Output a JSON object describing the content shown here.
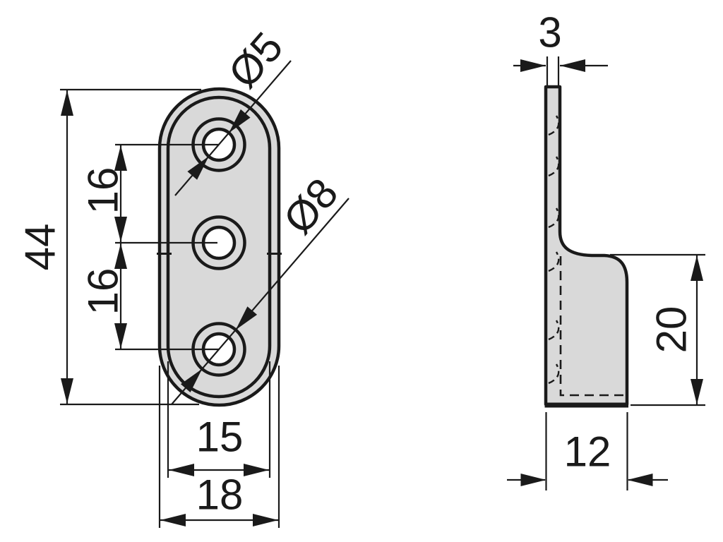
{
  "drawing": {
    "colors": {
      "line": "#1a1a1a",
      "part_fill": "#d9d9d9",
      "hole_fill": "#ffffff",
      "background": "#ffffff"
    },
    "front_view": {
      "overall_height": "44",
      "upper_hole_spacing": "16",
      "lower_hole_spacing": "16",
      "inner_face_width": "15",
      "overall_width": "18",
      "screw_hole_diameter": "Ø5",
      "counterbore_diameter": "Ø8"
    },
    "side_view": {
      "plate_thickness": "3",
      "base_height": "20",
      "base_depth": "12"
    }
  }
}
